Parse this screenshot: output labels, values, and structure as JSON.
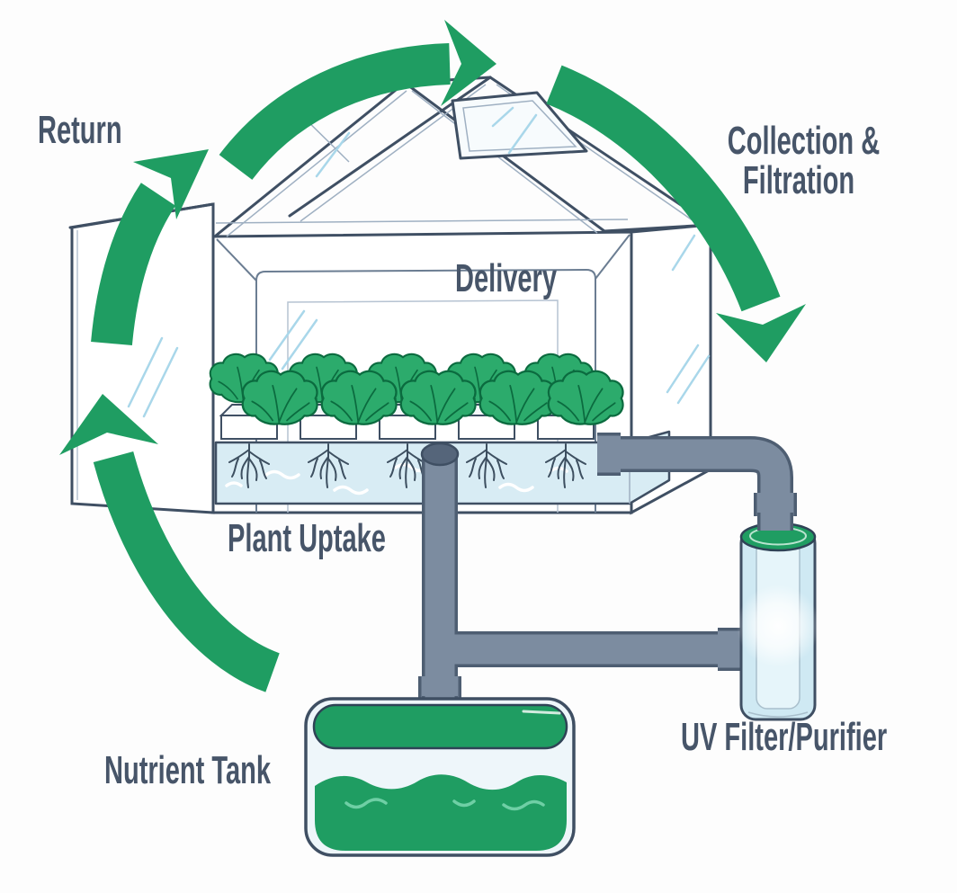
{
  "diagram": {
    "labels": {
      "return": "Return",
      "collection_line1": "Collection &",
      "collection_line2": "Filtration",
      "delivery": "Delivery",
      "plant_uptake": "Plant Uptake",
      "nutrient_tank": "Nutrient Tank",
      "uv_filter": "UV Filter/Purifier"
    },
    "colors": {
      "cycle_green": "#1f9d62",
      "lettuce_green": "#2cab6c",
      "lettuce_outline": "#0b6b3f",
      "water_blue": "#d8ecf4",
      "uv_body_blue": "#cfe9f3",
      "pipe_gray": "#7c8ca0",
      "pipe_outline": "#4e5e72",
      "frame_line": "#3f4f63",
      "label_text": "#475569",
      "background": "#fdfdfd"
    }
  }
}
